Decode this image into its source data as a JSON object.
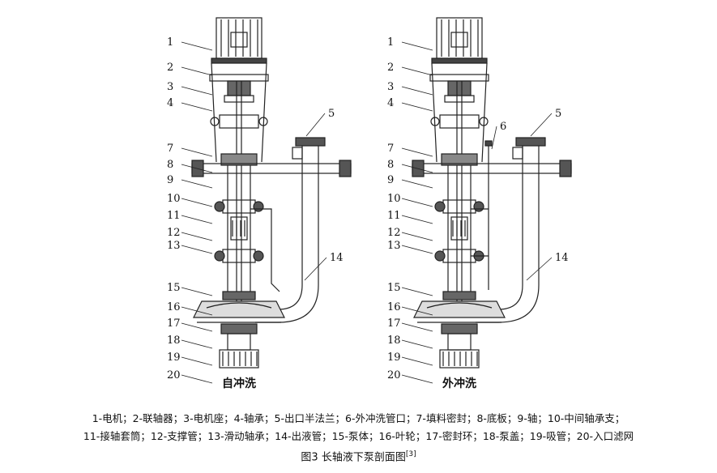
{
  "diagram": {
    "left_panel_label": "自冲洗",
    "right_panel_label": "外冲洗",
    "left_callouts": [
      "1",
      "2",
      "3",
      "4",
      "5",
      "7",
      "8",
      "9",
      "10",
      "11",
      "12",
      "13",
      "14",
      "15",
      "16",
      "17",
      "18",
      "19",
      "20"
    ],
    "right_callouts": [
      "1",
      "2",
      "3",
      "4",
      "5",
      "6",
      "7",
      "8",
      "9",
      "10",
      "11",
      "12",
      "13",
      "14",
      "15",
      "16",
      "17",
      "18",
      "19",
      "20"
    ]
  },
  "legend": {
    "line1": "1-电机；2-联轴器；3-电机座；4-轴承；5-出口半法兰；6-外冲洗管口；7-填料密封；8-底板；9-轴；10-中间轴承支；",
    "line2": "11-接轴套筒；12-支撑管；13-滑动轴承；14-出液管；15-泵体；16-叶轮；17-密封环；18-泵盖；19-吸管；20-入口滤网",
    "caption": "图3 长轴液下泵剖面图",
    "caption_ref": "[3]"
  }
}
